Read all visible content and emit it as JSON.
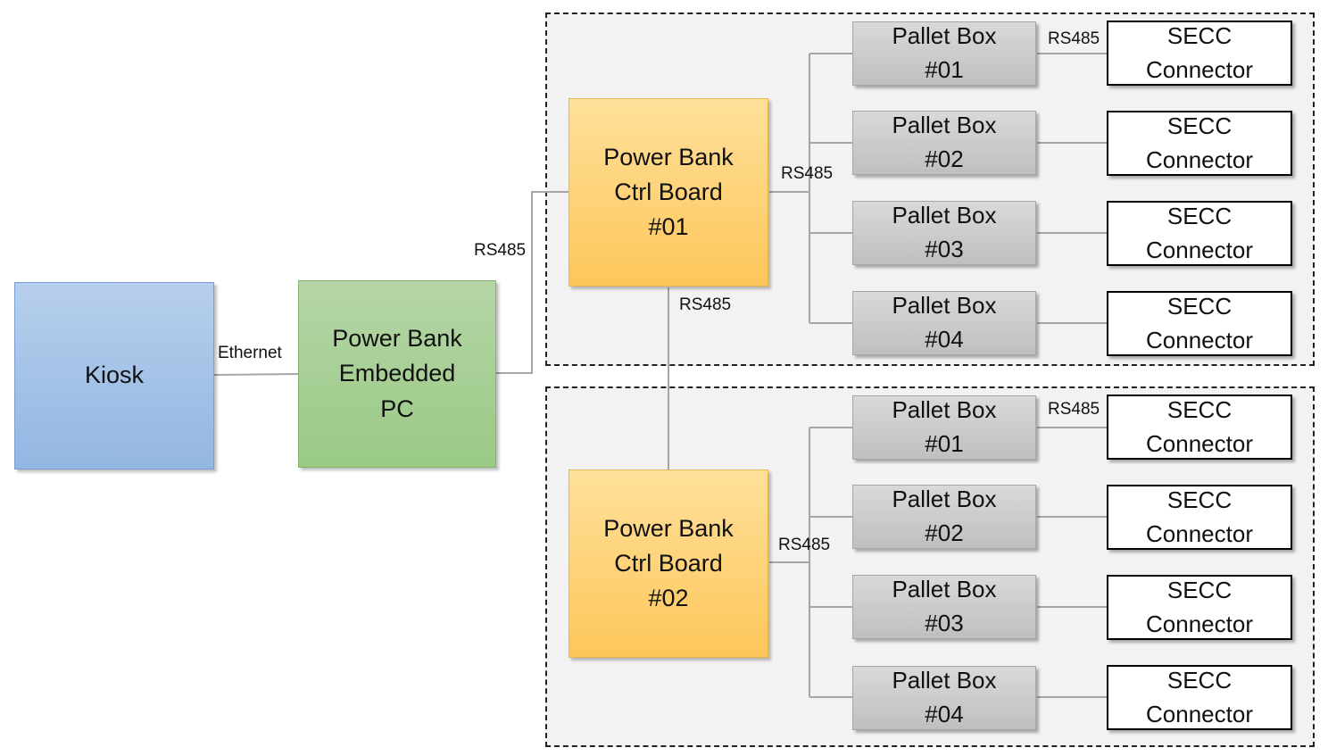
{
  "kiosk": "Kiosk",
  "embedded_pc": "Power Bank\nEmbedded\nPC",
  "links": {
    "ethernet": "Ethernet",
    "pc_to_ctrl": "RS485",
    "ctrl_to_ctrl": "RS485",
    "ctrl1_to_pallets": "RS485",
    "ctrl2_to_pallets": "RS485",
    "group1_pallet_to_secc": "RS485",
    "group2_pallet_to_secc": "RS485"
  },
  "groups": [
    {
      "ctrl_board": "Power Bank\nCtrl Board\n#01",
      "pallets": [
        "Pallet Box\n#01",
        "Pallet Box\n#02",
        "Pallet Box\n#03",
        "Pallet Box\n#04"
      ],
      "connectors": [
        "SECC\nConnector",
        "SECC\nConnector",
        "SECC\nConnector",
        "SECC\nConnector"
      ]
    },
    {
      "ctrl_board": "Power Bank\nCtrl Board\n#02",
      "pallets": [
        "Pallet Box\n#01",
        "Pallet Box\n#02",
        "Pallet Box\n#03",
        "Pallet Box\n#04"
      ],
      "connectors": [
        "SECC\nConnector",
        "SECC\nConnector",
        "SECC\nConnector",
        "SECC\nConnector"
      ]
    }
  ]
}
